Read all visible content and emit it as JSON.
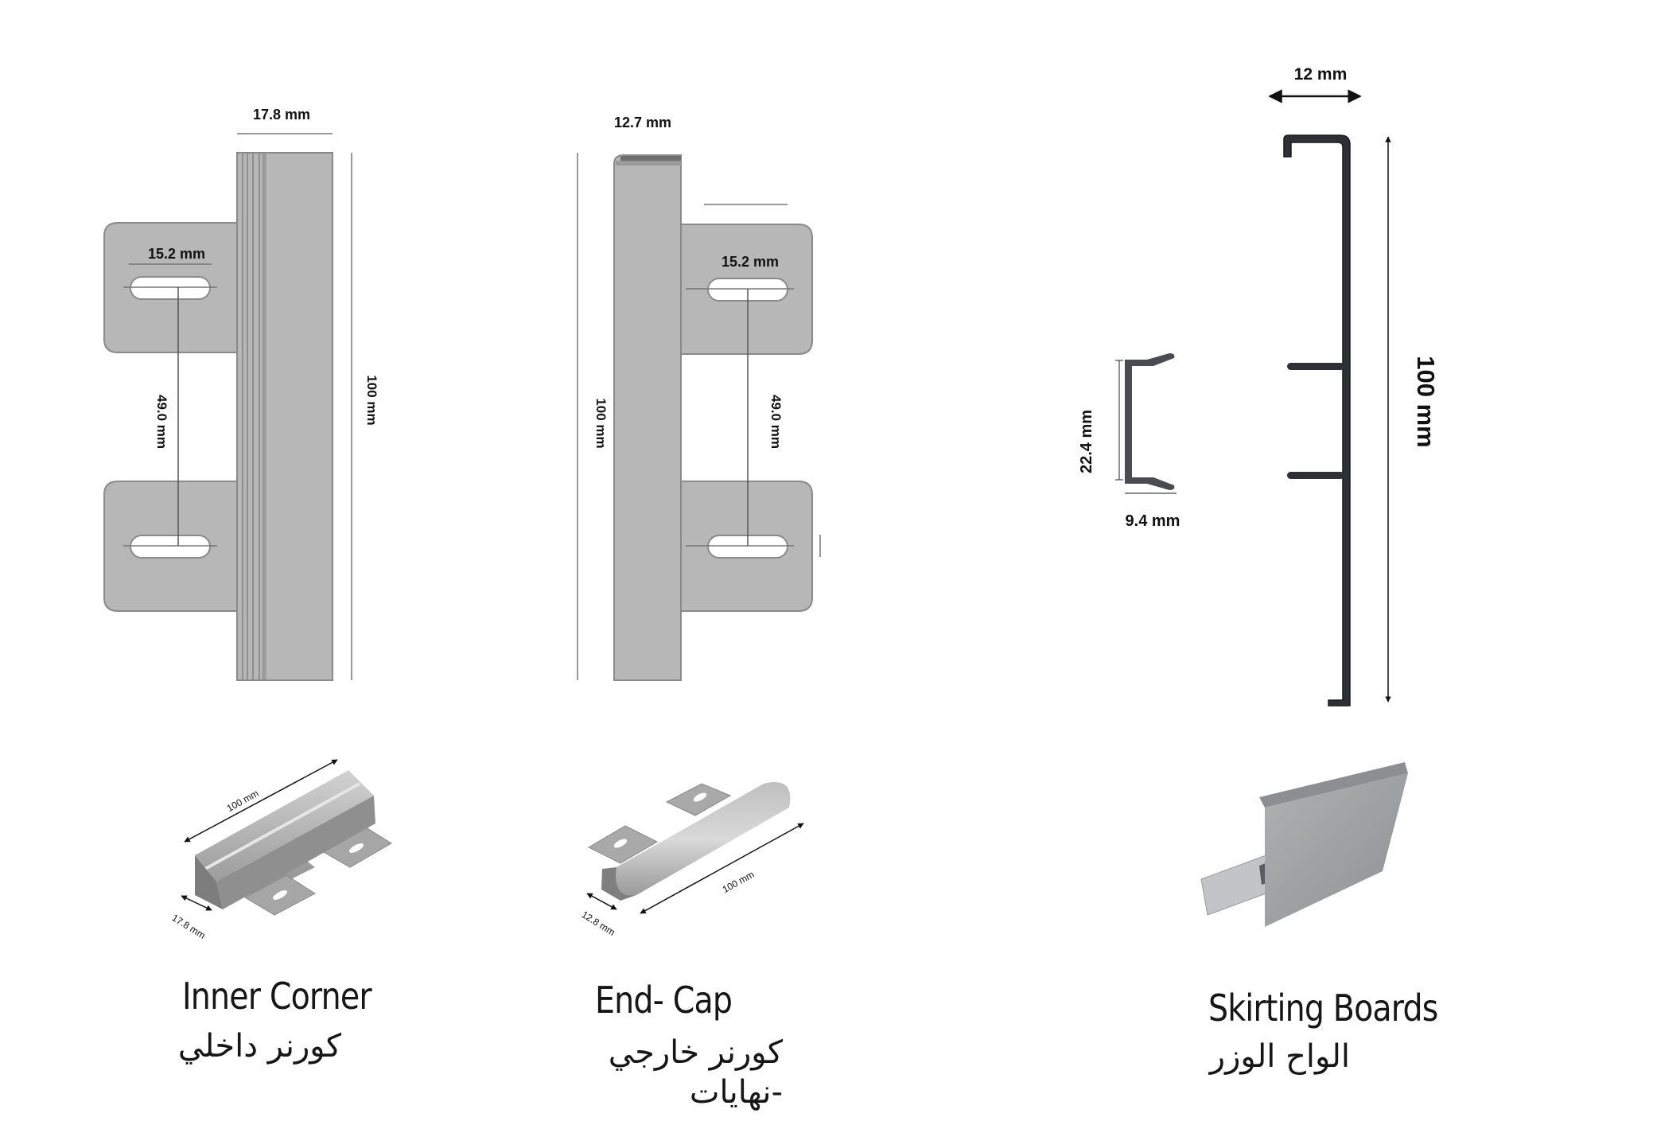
{
  "colors": {
    "part_fill": "#b7b7b7",
    "part_stroke": "#8a8a8a",
    "profile": "#2e3035",
    "dimension_line": "#555555",
    "text": "#111111"
  },
  "inner_corner": {
    "width_label": "17.8 mm",
    "slot_label": "15.2 mm",
    "spacing_label": "49.0 mm",
    "length_label": "100 mm",
    "iso_length_label": "100 mm",
    "iso_width_label": "17.8 mm",
    "title": "Inner Corner",
    "title_ar": "كورنر داخلي"
  },
  "end_cap": {
    "width_label": "12.7 mm",
    "slot_label": "15.2 mm",
    "spacing_label": "49.0 mm",
    "length_label": "100 mm",
    "iso_length_label": "100 mm",
    "iso_width_label": "12.8 mm",
    "title": "End- Cap",
    "title_ar_line1": "كورنر خارجي",
    "title_ar_line2": "-نهايات"
  },
  "skirting": {
    "width_label": "12 mm",
    "height_label": "100 mm",
    "clip_height_label": "22.4 mm",
    "clip_width_label": "9.4 mm",
    "title": "Skirting Boards",
    "title_ar": "الواح الوزر"
  }
}
